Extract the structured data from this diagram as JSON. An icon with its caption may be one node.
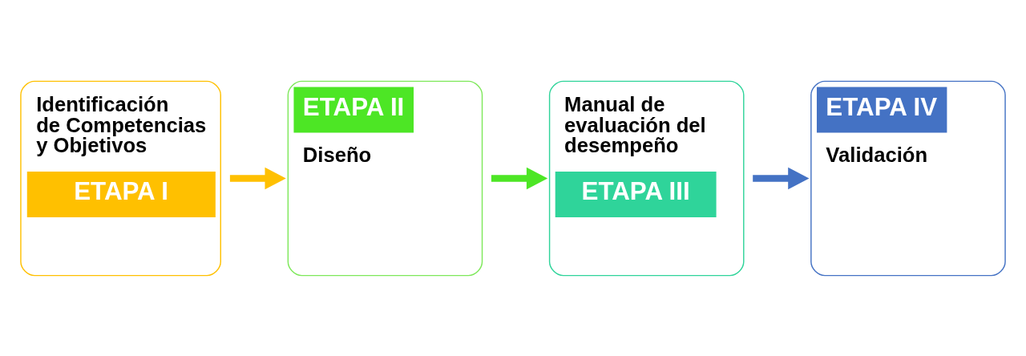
{
  "diagram": {
    "nodes": [
      {
        "text": [
          "Identificación de Competencias y Objetivos",
          "ETAPA I"
        ]
      },
      {
        "text": [
          "ETAPA II",
          "Diseño"
        ]
      },
      {
        "text": [
          "Manual de evaluación del desempeño",
          "ETAPA III"
        ]
      },
      {
        "text": [
          "ETAPA IV",
          "Validación"
        ]
      }
    ],
    "edges": [
      {
        "from": 0,
        "to": 1,
        "arrow": "to",
        "color": "#ffc000"
      },
      {
        "from": 1,
        "to": 2,
        "arrow": "to",
        "color": "#4de625"
      },
      {
        "from": 2,
        "to": 3,
        "arrow": "to",
        "color": "#4472c4"
      }
    ]
  }
}
